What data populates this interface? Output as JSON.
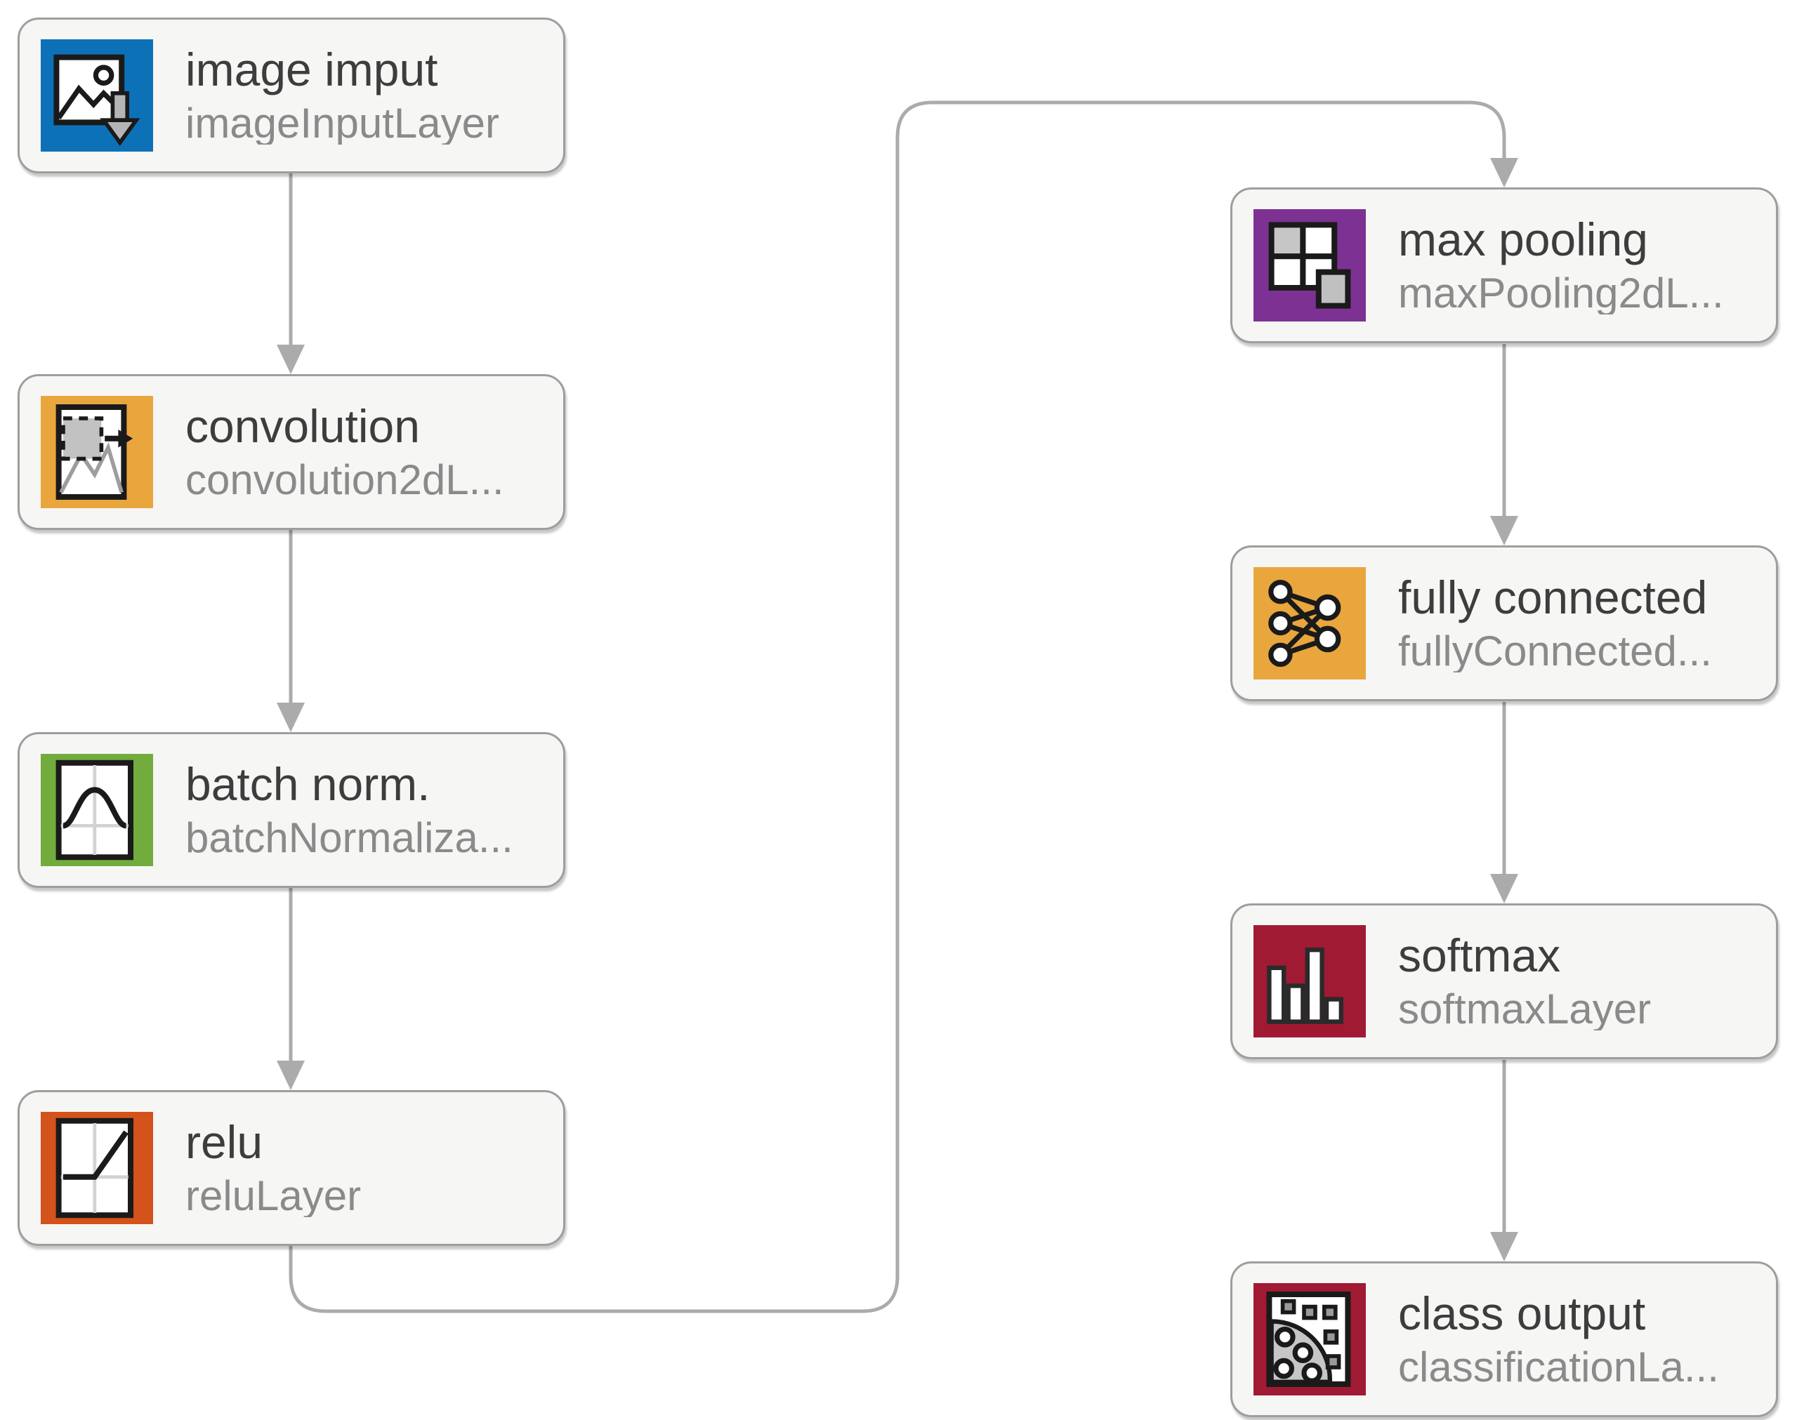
{
  "diagram": {
    "app": "network-layer-graph",
    "nodes": [
      {
        "id": "image-input",
        "title": "image imput",
        "subtitle": "imageInputLayer",
        "icon": "image-input-icon",
        "color": "#0D71B8"
      },
      {
        "id": "convolution",
        "title": "convolution",
        "subtitle": "convolution2dL...",
        "icon": "convolution-icon",
        "color": "#E9A63C"
      },
      {
        "id": "batch-norm",
        "title": "batch norm.",
        "subtitle": "batchNormaliza...",
        "icon": "batch-norm-icon",
        "color": "#72AC3C"
      },
      {
        "id": "relu",
        "title": "relu",
        "subtitle": "reluLayer",
        "icon": "relu-icon",
        "color": "#D4521C"
      },
      {
        "id": "max-pooling",
        "title": "max pooling",
        "subtitle": "maxPooling2dL...",
        "icon": "max-pooling-icon",
        "color": "#7D3193"
      },
      {
        "id": "fully-connected",
        "title": "fully connected",
        "subtitle": "fullyConnected...",
        "icon": "fully-connected-icon",
        "color": "#E9A63C"
      },
      {
        "id": "softmax",
        "title": "softmax",
        "subtitle": "softmaxLayer",
        "icon": "softmax-icon",
        "color": "#A01A33"
      },
      {
        "id": "class-output",
        "title": "class output",
        "subtitle": "classificationLa...",
        "icon": "class-output-icon",
        "color": "#A01A33"
      }
    ],
    "edges": [
      {
        "from": "image-input",
        "to": "convolution"
      },
      {
        "from": "convolution",
        "to": "batch-norm"
      },
      {
        "from": "batch-norm",
        "to": "relu"
      },
      {
        "from": "relu",
        "to": "max-pooling"
      },
      {
        "from": "max-pooling",
        "to": "fully-connected"
      },
      {
        "from": "fully-connected",
        "to": "softmax"
      },
      {
        "from": "softmax",
        "to": "class-output"
      }
    ],
    "colors": {
      "node_background": "#F6F6F5",
      "node_border": "#9E9E9E",
      "connector": "#ABABAB",
      "title_text": "#3D3D3D",
      "subtitle_text": "#8A8A8A"
    }
  }
}
